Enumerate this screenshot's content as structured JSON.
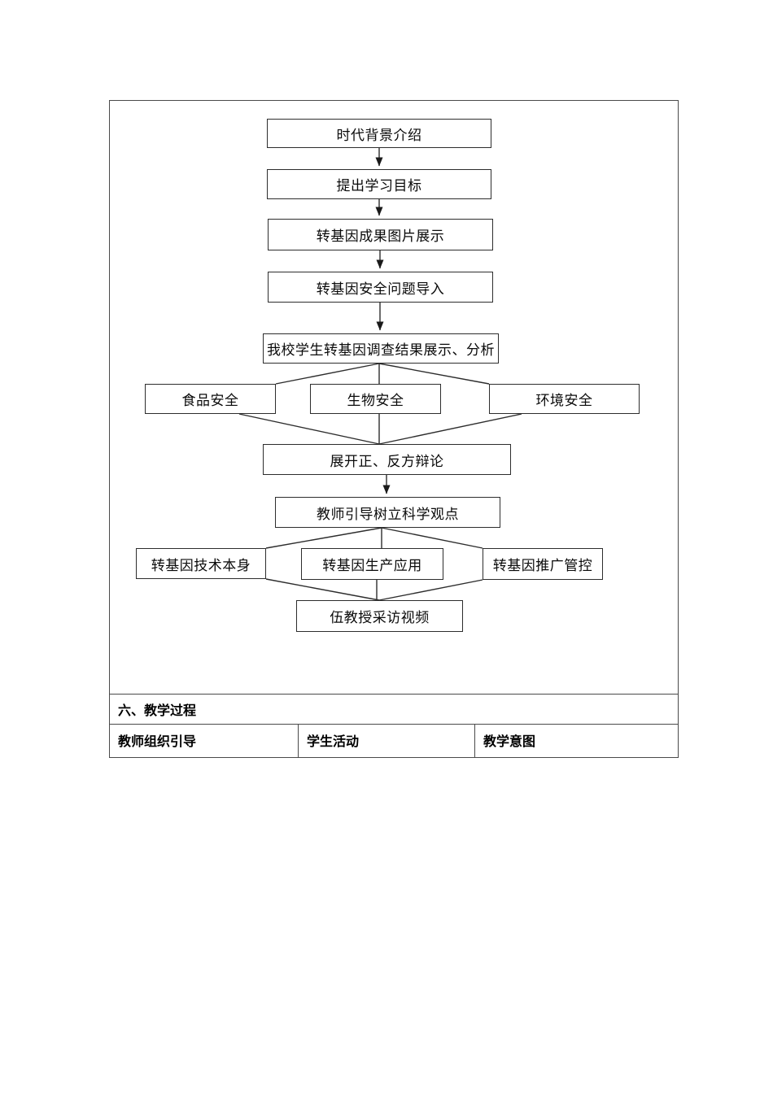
{
  "flowchart": {
    "nodes": [
      {
        "id": "era",
        "label": "时代背景介绍"
      },
      {
        "id": "goal",
        "label": "提出学习目标"
      },
      {
        "id": "achievement",
        "label": "转基因成果图片展示"
      },
      {
        "id": "safety",
        "label": "转基因安全问题导入"
      },
      {
        "id": "survey",
        "label": "我校学生转基因调查结果展示、分析"
      },
      {
        "id": "food",
        "label": "食品安全"
      },
      {
        "id": "bio",
        "label": "生物安全"
      },
      {
        "id": "env",
        "label": "环境安全"
      },
      {
        "id": "debate",
        "label": "展开正、反方辩论"
      },
      {
        "id": "teacher",
        "label": "教师引导树立科学观点"
      },
      {
        "id": "tech",
        "label": "转基因技术本身"
      },
      {
        "id": "production",
        "label": "转基因生产应用"
      },
      {
        "id": "control",
        "label": "转基因推广管控"
      },
      {
        "id": "video",
        "label": "伍教授采访视频"
      }
    ]
  },
  "process_table": {
    "section_title": "六、教学过程",
    "columns": [
      "教师组织引导",
      "学生活动",
      "教学意图"
    ]
  },
  "colors": {
    "table_border": "#4a4a4a",
    "node_border": "#2d2d2d",
    "connector": "#2d2d2d",
    "arrowhead": "#1a1a1a",
    "text": "#000000",
    "background": "#ffffff"
  }
}
